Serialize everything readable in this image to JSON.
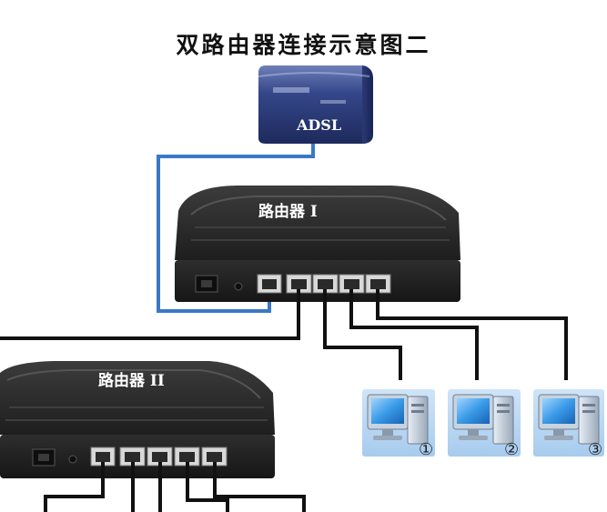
{
  "title": "双路由器连接示意图二",
  "modem": {
    "label": "ADSL"
  },
  "router1": {
    "label": "路由器 I"
  },
  "router2": {
    "label": "路由器 II"
  },
  "computers": [
    {
      "label": "①"
    },
    {
      "label": "②"
    },
    {
      "label": "③"
    }
  ],
  "colors": {
    "wan_cable": "#3a78c8",
    "lan_cable": "#111111",
    "router_body": "#2b2b2b",
    "modem_body": "#2a3d78",
    "monitor_screen": "#2f8fe0"
  }
}
